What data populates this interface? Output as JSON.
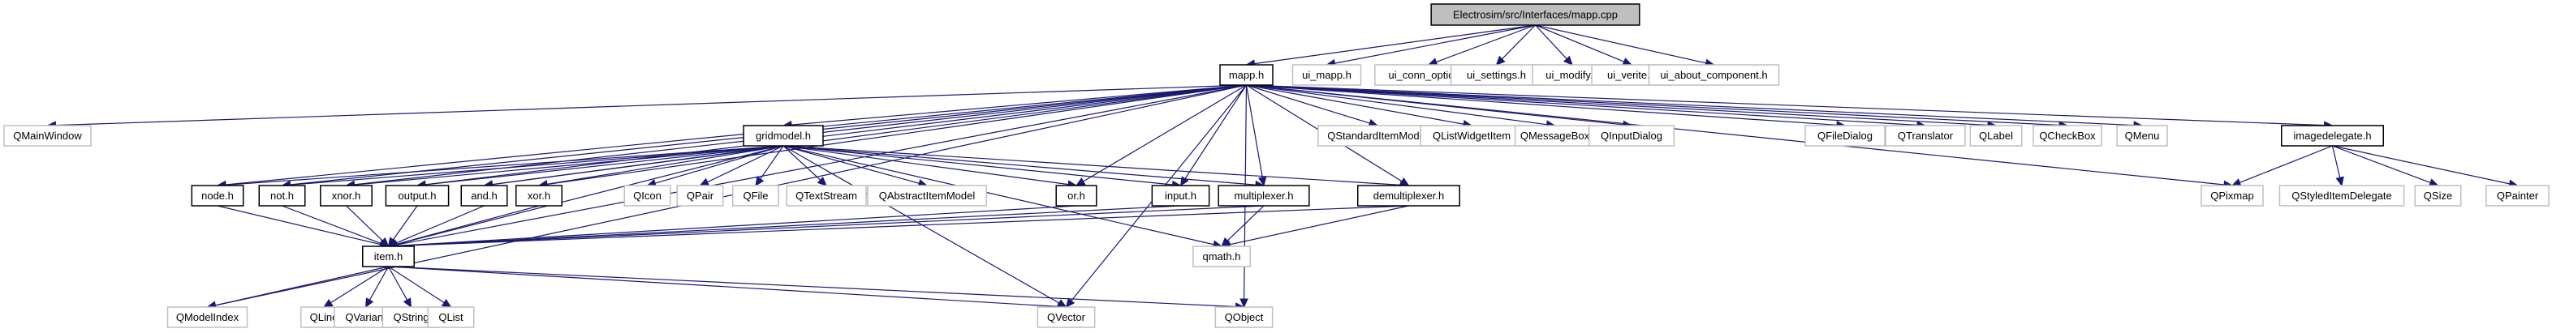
{
  "diagram": {
    "title": "Electrosim/src/Interfaces/mapp.cpp",
    "edge_color": "#191970",
    "root_fill": "#bfbfbf",
    "nodes": [
      {
        "id": "root",
        "label": "Electrosim/src/Interfaces/mapp.cpp",
        "kind": "root"
      },
      {
        "id": "mapp_h",
        "label": "mapp.h",
        "kind": "local"
      },
      {
        "id": "ui_mapp_h",
        "label": "ui_mapp.h",
        "kind": "ext"
      },
      {
        "id": "ui_conn_option_h",
        "label": "ui_conn_option.h",
        "kind": "ext"
      },
      {
        "id": "ui_settings_h",
        "label": "ui_settings.h",
        "kind": "ext"
      },
      {
        "id": "ui_modify_h",
        "label": "ui_modify.h",
        "kind": "ext"
      },
      {
        "id": "ui_verite_h",
        "label": "ui_verite.h",
        "kind": "ext"
      },
      {
        "id": "ui_about_component_h",
        "label": "ui_about_component.h",
        "kind": "ext"
      },
      {
        "id": "QMainWindow",
        "label": "QMainWindow",
        "kind": "ext"
      },
      {
        "id": "gridmodel_h",
        "label": "gridmodel.h",
        "kind": "local"
      },
      {
        "id": "QStandardItemModel",
        "label": "QStandardItemModel",
        "kind": "ext"
      },
      {
        "id": "QListWidgetItem",
        "label": "QListWidgetItem",
        "kind": "ext"
      },
      {
        "id": "QMessageBox",
        "label": "QMessageBox",
        "kind": "ext"
      },
      {
        "id": "QInputDialog",
        "label": "QInputDialog",
        "kind": "ext"
      },
      {
        "id": "QFileDialog",
        "label": "QFileDialog",
        "kind": "ext"
      },
      {
        "id": "QTranslator",
        "label": "QTranslator",
        "kind": "ext"
      },
      {
        "id": "QLabel",
        "label": "QLabel",
        "kind": "ext"
      },
      {
        "id": "QCheckBox",
        "label": "QCheckBox",
        "kind": "ext"
      },
      {
        "id": "QMenu",
        "label": "QMenu",
        "kind": "ext"
      },
      {
        "id": "imagedelegate_h",
        "label": "imagedelegate.h",
        "kind": "local"
      },
      {
        "id": "node_h",
        "label": "node.h",
        "kind": "local"
      },
      {
        "id": "not_h",
        "label": "not.h",
        "kind": "local"
      },
      {
        "id": "xnor_h",
        "label": "xnor.h",
        "kind": "local"
      },
      {
        "id": "output_h",
        "label": "output.h",
        "kind": "local"
      },
      {
        "id": "and_h",
        "label": "and.h",
        "kind": "local"
      },
      {
        "id": "xor_h",
        "label": "xor.h",
        "kind": "local"
      },
      {
        "id": "QIcon",
        "label": "QIcon",
        "kind": "ext"
      },
      {
        "id": "QPair",
        "label": "QPair",
        "kind": "ext"
      },
      {
        "id": "QFile",
        "label": "QFile",
        "kind": "ext"
      },
      {
        "id": "QTextStream",
        "label": "QTextStream",
        "kind": "ext"
      },
      {
        "id": "QAbstractItemModel",
        "label": "QAbstractItemModel",
        "kind": "ext"
      },
      {
        "id": "or_h",
        "label": "or.h",
        "kind": "local"
      },
      {
        "id": "input_h",
        "label": "input.h",
        "kind": "local"
      },
      {
        "id": "multiplexer_h",
        "label": "multiplexer.h",
        "kind": "local"
      },
      {
        "id": "demultiplexer_h",
        "label": "demultiplexer.h",
        "kind": "local"
      },
      {
        "id": "QPixmap",
        "label": "QPixmap",
        "kind": "ext"
      },
      {
        "id": "QStyledItemDelegate",
        "label": "QStyledItemDelegate",
        "kind": "ext"
      },
      {
        "id": "QSize",
        "label": "QSize",
        "kind": "ext"
      },
      {
        "id": "QPainter",
        "label": "QPainter",
        "kind": "ext"
      },
      {
        "id": "item_h",
        "label": "item.h",
        "kind": "local"
      },
      {
        "id": "qmath_h",
        "label": "qmath.h",
        "kind": "ext"
      },
      {
        "id": "QModelIndex",
        "label": "QModelIndex",
        "kind": "ext"
      },
      {
        "id": "QLine",
        "label": "QLine",
        "kind": "ext"
      },
      {
        "id": "QVariant",
        "label": "QVariant",
        "kind": "ext"
      },
      {
        "id": "QString",
        "label": "QString",
        "kind": "ext"
      },
      {
        "id": "QList",
        "label": "QList",
        "kind": "ext"
      },
      {
        "id": "QVector",
        "label": "QVector",
        "kind": "ext"
      },
      {
        "id": "QObject",
        "label": "QObject",
        "kind": "ext"
      }
    ],
    "edges": [
      [
        "root",
        "mapp_h"
      ],
      [
        "root",
        "ui_mapp_h"
      ],
      [
        "root",
        "ui_conn_option_h"
      ],
      [
        "root",
        "ui_settings_h"
      ],
      [
        "root",
        "ui_modify_h"
      ],
      [
        "root",
        "ui_verite_h"
      ],
      [
        "root",
        "ui_about_component_h"
      ],
      [
        "mapp_h",
        "QMainWindow"
      ],
      [
        "mapp_h",
        "gridmodel_h"
      ],
      [
        "mapp_h",
        "QStandardItemModel"
      ],
      [
        "mapp_h",
        "QListWidgetItem"
      ],
      [
        "mapp_h",
        "QMessageBox"
      ],
      [
        "mapp_h",
        "QInputDialog"
      ],
      [
        "mapp_h",
        "QFileDialog"
      ],
      [
        "mapp_h",
        "QTranslator"
      ],
      [
        "mapp_h",
        "QLabel"
      ],
      [
        "mapp_h",
        "QCheckBox"
      ],
      [
        "mapp_h",
        "QMenu"
      ],
      [
        "mapp_h",
        "imagedelegate_h"
      ],
      [
        "mapp_h",
        "QPixmap"
      ],
      [
        "mapp_h",
        "node_h"
      ],
      [
        "mapp_h",
        "not_h"
      ],
      [
        "mapp_h",
        "xnor_h"
      ],
      [
        "mapp_h",
        "output_h"
      ],
      [
        "mapp_h",
        "and_h"
      ],
      [
        "mapp_h",
        "xor_h"
      ],
      [
        "mapp_h",
        "or_h"
      ],
      [
        "mapp_h",
        "input_h"
      ],
      [
        "mapp_h",
        "multiplexer_h"
      ],
      [
        "mapp_h",
        "demultiplexer_h"
      ],
      [
        "mapp_h",
        "item_h"
      ],
      [
        "mapp_h",
        "QModelIndex"
      ],
      [
        "mapp_h",
        "QVector"
      ],
      [
        "mapp_h",
        "QObject"
      ],
      [
        "gridmodel_h",
        "node_h"
      ],
      [
        "gridmodel_h",
        "not_h"
      ],
      [
        "gridmodel_h",
        "xnor_h"
      ],
      [
        "gridmodel_h",
        "output_h"
      ],
      [
        "gridmodel_h",
        "and_h"
      ],
      [
        "gridmodel_h",
        "xor_h"
      ],
      [
        "gridmodel_h",
        "QIcon"
      ],
      [
        "gridmodel_h",
        "QPair"
      ],
      [
        "gridmodel_h",
        "QFile"
      ],
      [
        "gridmodel_h",
        "QTextStream"
      ],
      [
        "gridmodel_h",
        "QAbstractItemModel"
      ],
      [
        "gridmodel_h",
        "or_h"
      ],
      [
        "gridmodel_h",
        "input_h"
      ],
      [
        "gridmodel_h",
        "multiplexer_h"
      ],
      [
        "gridmodel_h",
        "demultiplexer_h"
      ],
      [
        "gridmodel_h",
        "item_h"
      ],
      [
        "gridmodel_h",
        "qmath_h"
      ],
      [
        "gridmodel_h",
        "QVector"
      ],
      [
        "imagedelegate_h",
        "QPixmap"
      ],
      [
        "imagedelegate_h",
        "QStyledItemDelegate"
      ],
      [
        "imagedelegate_h",
        "QSize"
      ],
      [
        "imagedelegate_h",
        "QPainter"
      ],
      [
        "node_h",
        "item_h"
      ],
      [
        "not_h",
        "item_h"
      ],
      [
        "xnor_h",
        "item_h"
      ],
      [
        "output_h",
        "item_h"
      ],
      [
        "and_h",
        "item_h"
      ],
      [
        "xor_h",
        "item_h"
      ],
      [
        "or_h",
        "item_h"
      ],
      [
        "input_h",
        "item_h"
      ],
      [
        "multiplexer_h",
        "item_h"
      ],
      [
        "multiplexer_h",
        "qmath_h"
      ],
      [
        "demultiplexer_h",
        "item_h"
      ],
      [
        "demultiplexer_h",
        "qmath_h"
      ],
      [
        "item_h",
        "QModelIndex"
      ],
      [
        "item_h",
        "QLine"
      ],
      [
        "item_h",
        "QVariant"
      ],
      [
        "item_h",
        "QString"
      ],
      [
        "item_h",
        "QList"
      ],
      [
        "item_h",
        "QVector"
      ],
      [
        "item_h",
        "QObject"
      ]
    ]
  }
}
